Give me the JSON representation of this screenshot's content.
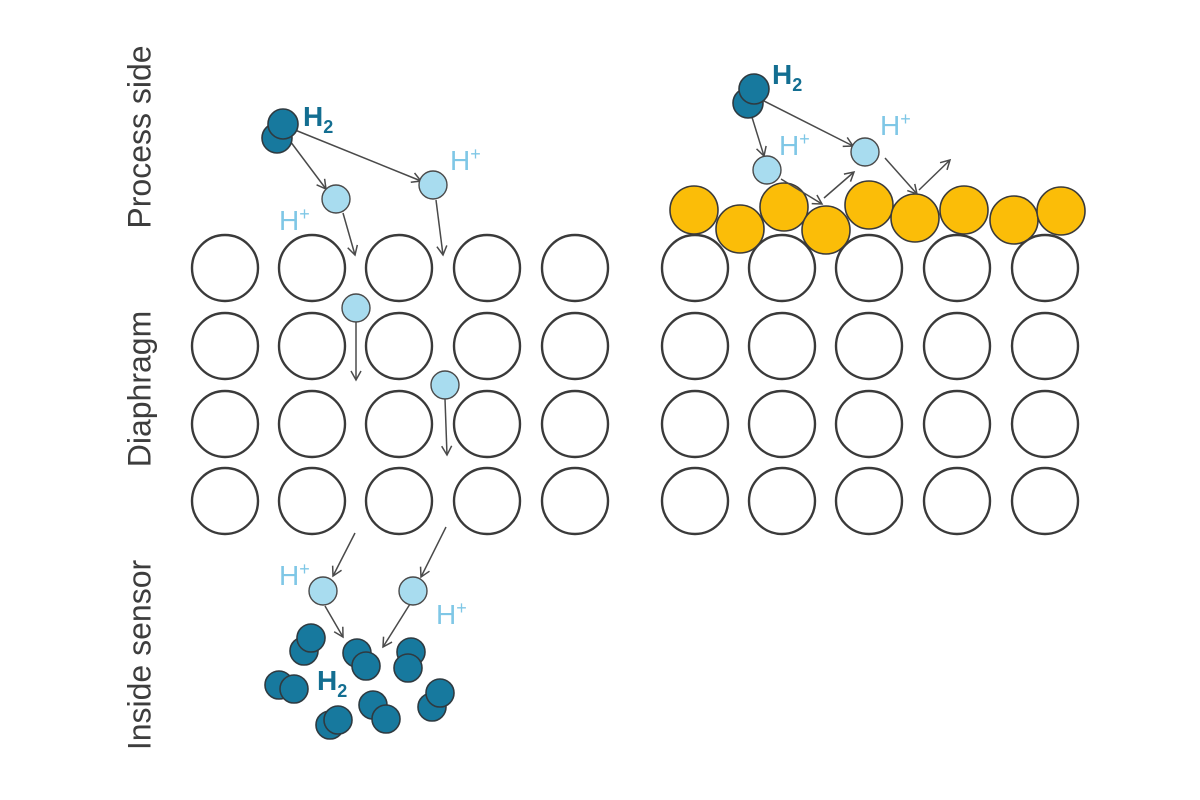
{
  "labels": {
    "process_side": "Process side",
    "diaphragm": "Diaphragm",
    "inside_sensor": "Inside sensor"
  },
  "molecule": {
    "h": "H",
    "sub": "2"
  },
  "ion": {
    "h": "H",
    "sup": "+"
  },
  "colors": {
    "h2_molecule": "#17799e",
    "h_ion": "#a8dcef",
    "gold_coating": "#fbbd08",
    "diaphragm_atom": "#ffffff"
  }
}
